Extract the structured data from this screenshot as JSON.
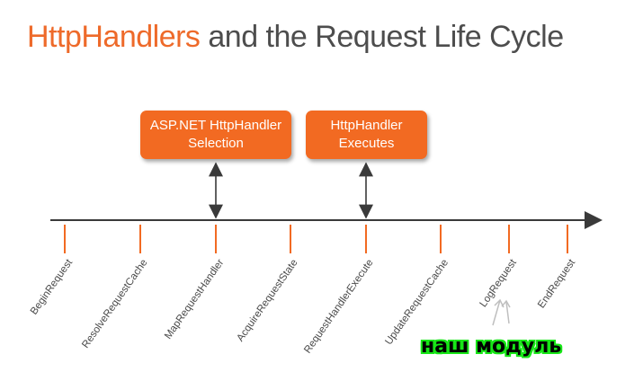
{
  "title": {
    "accent": "HttpHandlers",
    "rest": "and the Request Life Cycle"
  },
  "boxes": {
    "selection": {
      "line1": "ASP.NET HttpHandler",
      "line2": "Selection"
    },
    "executes": {
      "line1": "HttpHandler",
      "line2": "Executes"
    }
  },
  "events": [
    "BeginRequest",
    "ResolveRequestCache",
    "MapRequestHandler",
    "AcquireRequestState",
    "RequestHandlerExecute",
    "UpdateRequestCache",
    "LogRequest",
    "EndRequest"
  ],
  "annotation": "наш модуль",
  "colors": {
    "accent": "#ee6a2a",
    "box": "#f26a22",
    "text": "#4d4d4d",
    "annotation_bg": "#17e617"
  }
}
